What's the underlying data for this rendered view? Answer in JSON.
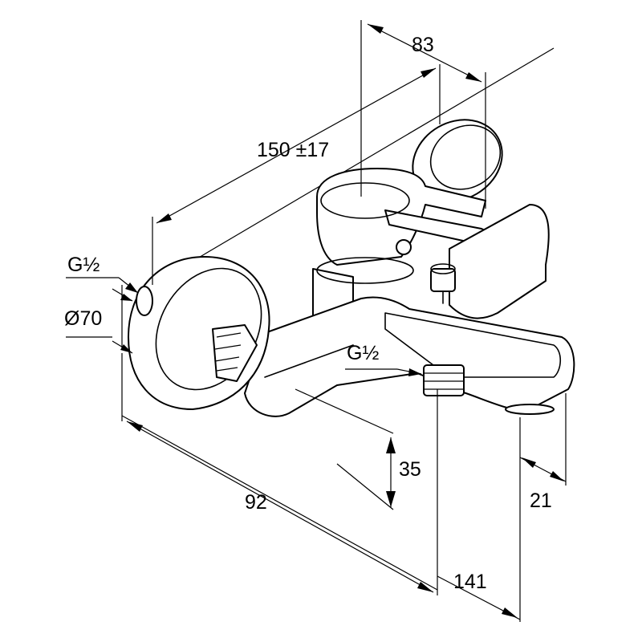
{
  "dimensions": {
    "top_width": "83",
    "wall_distance": "150 ±17",
    "inlet_thread_left": "G½",
    "rosette_diameter": "Ø70",
    "outlet_thread": "G½",
    "outlet_height": "35",
    "rosette_to_spout": "92",
    "spout_tip": "21",
    "projection": "141"
  },
  "colors": {
    "line": "#000000",
    "background": "#ffffff"
  }
}
